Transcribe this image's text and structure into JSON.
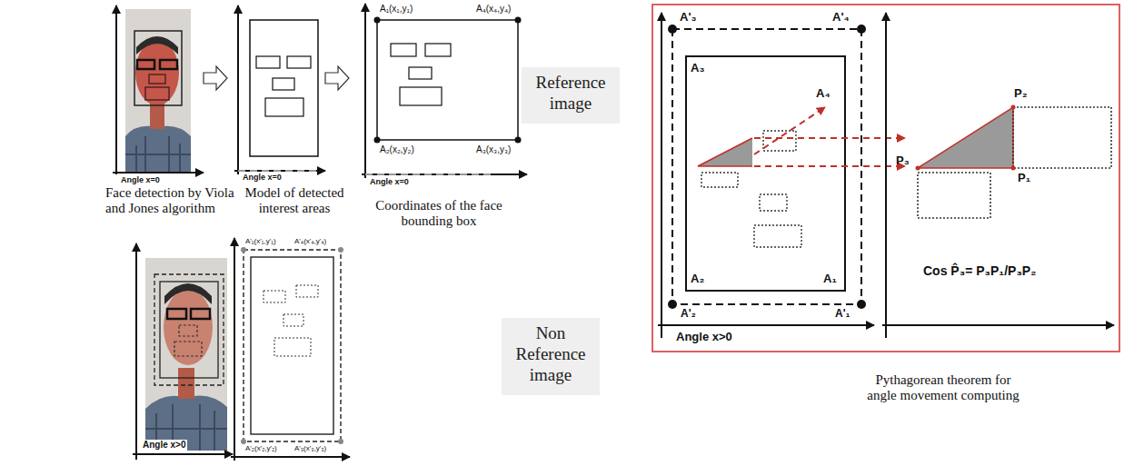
{
  "diagram": {
    "nodes": [
      {
        "text": [
          "Reference image"
        ]
      },
      {
        "text": [
          "Non Reference image"
        ]
      }
    ],
    "labels": [
      "Face detection by Viola and Jones algorithm",
      "Angle x=0",
      "Model of detected interest areas",
      "Angle x=0",
      "A₁(x₁,y₁)",
      "A₄(x₄,y₄)",
      "A₂(x₂,y₂)",
      "A₃(x₃,y₃)",
      "Angle x=0",
      "Coordinates of the face bounding box",
      "Angle x>0",
      "A'₁(x'₁,y'₁)",
      "A'₄(x'₄,y'₄)",
      "A'₂(x'₂,y'₂)",
      "A'₃(x'₃,y'₃)",
      "A'₃",
      "A'₄",
      "A₃",
      "A₄",
      "A₂",
      "A₁",
      "A'₂",
      "A'₁",
      "Angle x>0",
      "P₂",
      "P₃",
      "P₁",
      "Cos P̂₃= P₃P₁/P₃P₂",
      "Pythagorean theorem for angle movement computing"
    ]
  }
}
